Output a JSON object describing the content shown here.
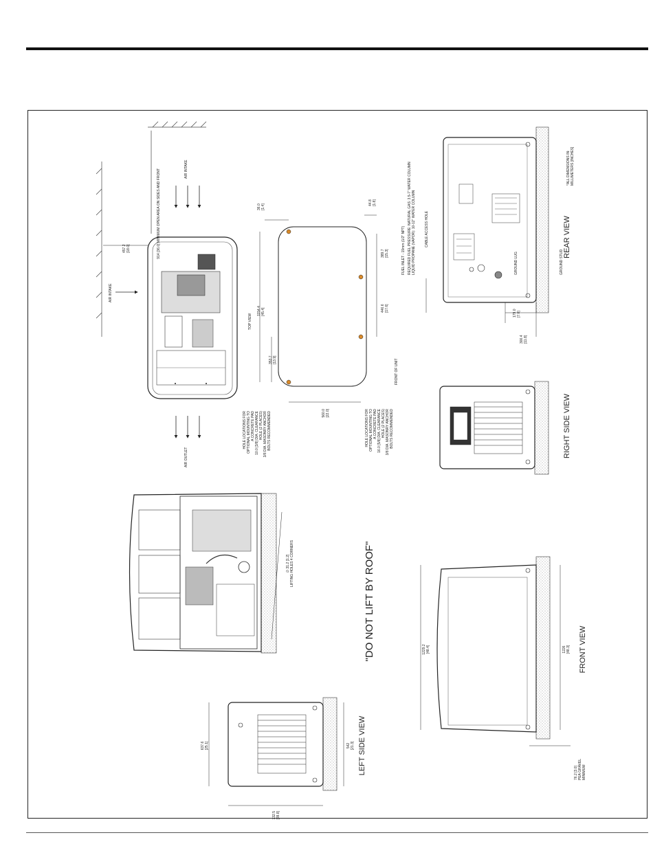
{
  "labels": {
    "min_open_area": "914 [36.0] MINIMUM OPEN AREA ON SIDES AND FRONT",
    "air_intake_top": "AIR INTAKE",
    "air_intake_left": "AIR INTAKE",
    "air_outlet": "AIR OUTLET",
    "top_view": "TOP VIEW",
    "front_of_unit": "FRONT OF UNIT",
    "hole_loc_left_1": "HOLE LOCATIONS FOR",
    "hole_loc_left_2": "OPTIONAL MOUNTING TO",
    "hole_loc_left_3": "A CONCRETE PAD",
    "hole_loc_left_4": "10.0 [3/8] DIA. CLEARANCE",
    "hole_loc_left_5": "HOLE (2 PLACES)",
    "hole_loc_left_6": "3/8 DIA. MASONRY ANCHOR",
    "hole_loc_left_7": "BOLTS RECOMMENDED",
    "hole_loc_right_1": "HOLE LOCATIONS FOR",
    "hole_loc_right_2": "OPTIONAL MOUNTING TO",
    "hole_loc_right_3": "A CONCRETE PAD",
    "hole_loc_right_4": "16.0 [5/8] DIA. CLEARANCE",
    "hole_loc_right_5": "HOLE (2 PLACES)",
    "hole_loc_right_6": "3/8 DIA. MASONRY ANCHOR",
    "hole_loc_right_7": "BOLTS RECOMMENDED",
    "fuel_inlet": "FUEL INLET - 19mm (1/2\" NPT)",
    "fuel_pressure_1": "REQUIRED FUEL PRESSURE: NATURAL GAS: 3.5-7\" WATER COLUMN",
    "fuel_pressure_2": "LIQUID PROPANE (VAPOR): 10-12\" WATER COLUMN",
    "cable_access": "CABLE ACCESS HOLE",
    "ground_lug": "GROUND LUG",
    "ground_stud": "GROUND STUD",
    "all_dims_1": "*ALL DIMENSIONS IN:",
    "all_dims_2": "MILLIMETERS [INCHES]",
    "rear_view": "REAR VIEW",
    "right_side_view": "RIGHT SIDE VIEW",
    "front_view": "FRONT VIEW",
    "left_side_view": "LEFT SIDE VIEW",
    "do_not_lift": "\"DO NOT LIFT BY ROOF\"",
    "lifting_holes_1": "∅ 31.2 [1.2]",
    "lifting_holes_2": "LIFTING HOLES 4 CORNERS",
    "pea_gravel_1": "76.2 [3.0]",
    "pea_gravel_2": "PEA GRAVEL",
    "pea_gravel_3": "MINIMUM"
  },
  "dims": {
    "d457": "457.2",
    "d457_in": "[18.0]",
    "d36": "36.0",
    "d36_in": "[1.4]",
    "d44": "44.8",
    "d44_in": "[1.8]",
    "d389": "389.7",
    "d389_in": "[15.3]",
    "d446": "446.6",
    "d446_in": "[17.6]",
    "d1154": "1154.4",
    "d1154_in": "[45.4]",
    "d353": "353.7",
    "d353_in": "[13.9]",
    "d560": "560.0",
    "d560_in": "[22.0]",
    "d179": "179.0",
    "d179_in": "[7.0]",
    "d300": "300.4",
    "d300_in": "[11.8]",
    "d1229": "1229.2",
    "d1229_in": "[48.4]",
    "d1226": "1226",
    "d1226_in": "[48.3]",
    "d637": "637.6",
    "d637_in": "[25.1]",
    "d542": "542",
    "d542_in": "[21.3]",
    "d732": "732.5",
    "d732_in": "[28.8]"
  }
}
